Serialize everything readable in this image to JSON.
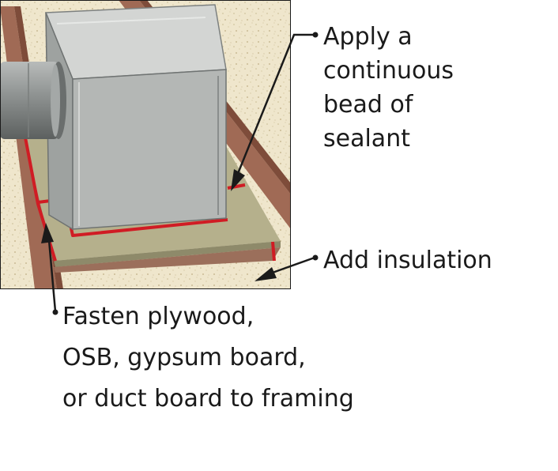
{
  "callouts": {
    "sealant": [
      "Apply a",
      "continuous",
      "bead of",
      "sealant"
    ],
    "insulation": [
      "Add insulation"
    ],
    "fasten": [
      "Fasten plywood,",
      "OSB, gypsum board,",
      "or duct board to framing"
    ]
  },
  "colors": {
    "background": "#ffffff",
    "insulation": "#efe6cc",
    "joist": "#a06a55",
    "plywood": "#b5b08c",
    "sealant_bead": "#d01c24",
    "box_front": "#9ea2a0",
    "box_side": "#b4b7b5",
    "box_top": "#d3d5d3",
    "duct": "#8d9190",
    "line": "#1a1a1a",
    "text": "#1a1a1a"
  },
  "icons": [
    "supply-boot-box",
    "flex-duct",
    "floor-joist",
    "plywood-panel",
    "sealant-bead",
    "insulation-fill",
    "pointer-arrow"
  ]
}
